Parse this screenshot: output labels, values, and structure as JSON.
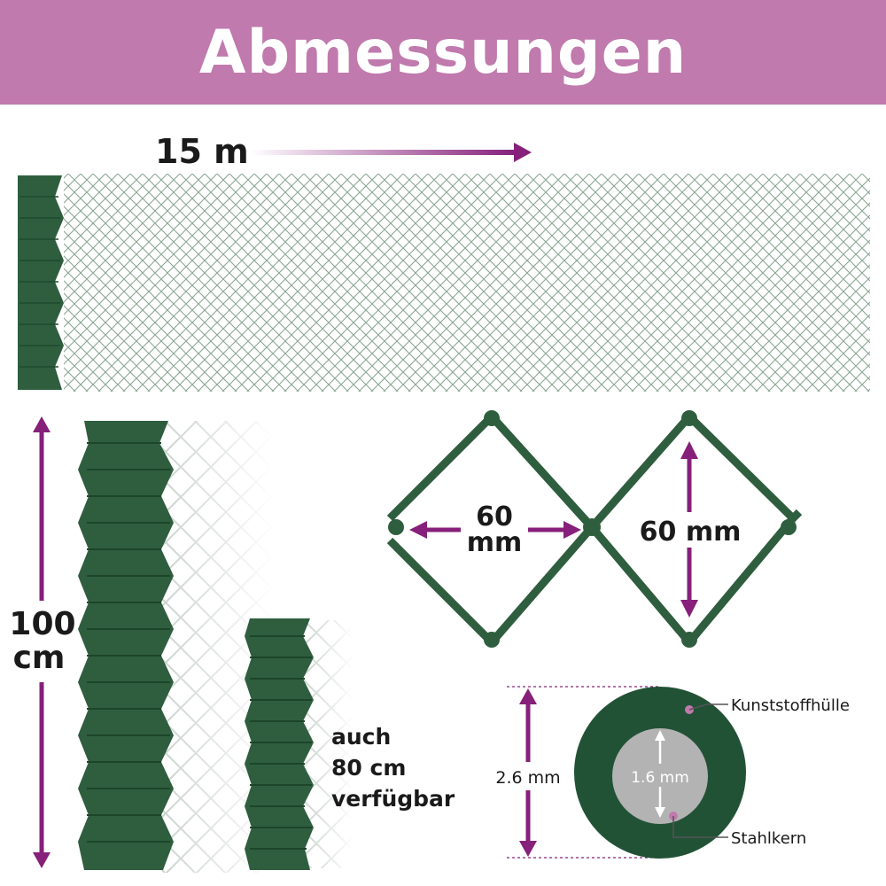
{
  "header": {
    "title": "Abmessungen",
    "color": "#c07aad"
  },
  "colors": {
    "accent": "#86207a",
    "fence_green": "#2e5e3e",
    "wire_light": "#c9d2cc",
    "core": "#b3b3b3"
  },
  "length": {
    "label": "15 m"
  },
  "height": {
    "value": "100",
    "unit": "cm"
  },
  "alternative": {
    "line1": "auch",
    "line2": "80 cm",
    "line3": "verfügbar"
  },
  "mesh": {
    "width_value": "60",
    "width_unit": "mm",
    "height_label": "60 mm"
  },
  "wire": {
    "outer_label": "2.6 mm",
    "inner_label": "1.6 mm",
    "coating_label": "Kunststoffhülle",
    "core_label": "Stahlkern"
  }
}
